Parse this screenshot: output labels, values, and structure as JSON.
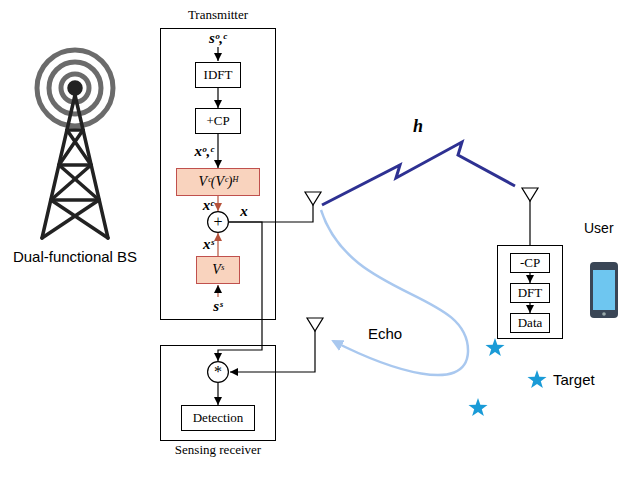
{
  "diagram": {
    "nodes": [
      {
        "text": [
          "Transmitter"
        ]
      },
      {
        "text": [
          "IDFT"
        ],
        "in": 0
      },
      {
        "text": [
          "+CP"
        ],
        "in": 0
      },
      {
        "text": [
          "Vᶜ(Vᶜ)ᴴ"
        ],
        "in": 0
      },
      {
        "text": [
          "+"
        ],
        "in": 0
      },
      {
        "text": [
          "Vˢ"
        ],
        "in": 0
      },
      {
        "text": [
          "Sensing receiver"
        ]
      },
      {
        "text": [
          "*"
        ],
        "in": 6
      },
      {
        "text": [
          "Detection"
        ],
        "in": 6
      },
      {
        "text": [
          "User"
        ]
      },
      {
        "text": [
          "-CP"
        ],
        "in": 9
      },
      {
        "text": [
          "DFT"
        ],
        "in": 9
      },
      {
        "text": [
          "Data"
        ],
        "in": 9
      }
    ],
    "edges": [
      {
        "from": 1,
        "to": 2,
        "arrow": "to"
      },
      {
        "from": 2,
        "to": 3,
        "arrow": "to"
      },
      {
        "from": 3,
        "to": 4,
        "arrow": "to"
      },
      {
        "from": 5,
        "to": 4,
        "arrow": "to"
      },
      {
        "from": 4,
        "to": 7,
        "arrow": "to"
      },
      {
        "from": 7,
        "to": 8,
        "arrow": "to"
      },
      {
        "from": 10,
        "to": 11,
        "arrow": "to"
      },
      {
        "from": 11,
        "to": 12,
        "arrow": "to"
      }
    ],
    "labels": [
      "sᵒ,ᶜ",
      "xᵒ,ᶜ",
      "xᶜ",
      "x",
      "xˢ",
      "sˢ",
      "h",
      "Dual-functional BS",
      "Echo",
      "Target"
    ]
  }
}
